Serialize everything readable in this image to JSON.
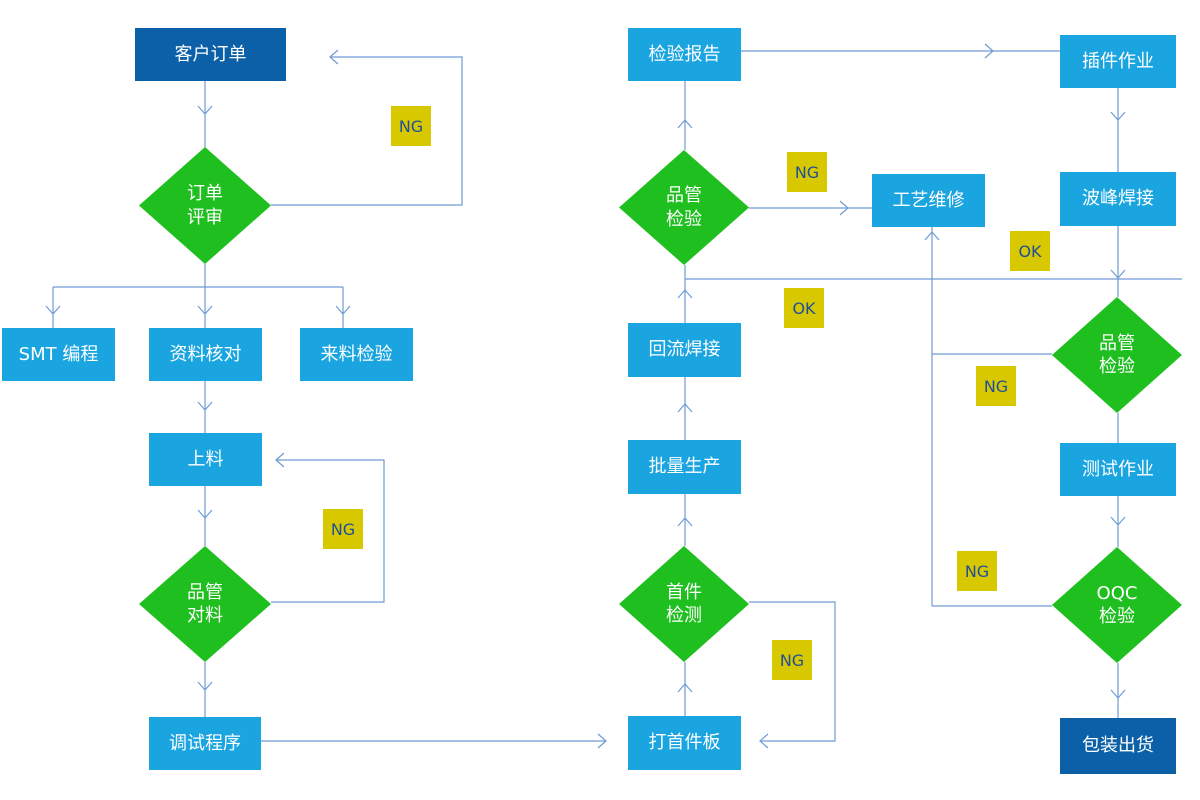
{
  "colors": {
    "box": "#1aa5e1",
    "start_end": "#0c60a8",
    "decision": "#1fbf1f",
    "tag_bg": "#d8c800",
    "tag_text": "#1f4f9a",
    "connector": "#6f9bd3",
    "node_text": "#ffffff"
  },
  "nodes": {
    "customer_order": "客户订单",
    "order_review": "订单\n评审",
    "smt_programming": "SMT 编程",
    "data_check": "资料核对",
    "incoming_inspection": "来料检验",
    "loading": "上料",
    "qc_material_check": "品管\n对料",
    "debug_program": "调试程序",
    "first_board": "打首件板",
    "first_article_check": "首件\n检测",
    "mass_production": "批量生产",
    "reflow_soldering": "回流焊接",
    "qc_inspection_1": "品管\n检验",
    "inspection_report": "检验报告",
    "process_repair": "工艺维修",
    "insertion_work": "插件作业",
    "wave_soldering": "波峰焊接",
    "qc_inspection_2": "品管\n检验",
    "test_work": "测试作业",
    "oqc_inspection": "OQC\n检验",
    "packing_shipping": "包装出货"
  },
  "tags": {
    "ng_order_review": "NG",
    "ng_material_check": "NG",
    "ng_qc_inspection_1": "NG",
    "ok_reflow": "OK",
    "ng_first_article": "NG",
    "ok_wave": "OK",
    "ng_qc_inspection_2": "NG",
    "ng_oqc": "NG"
  }
}
